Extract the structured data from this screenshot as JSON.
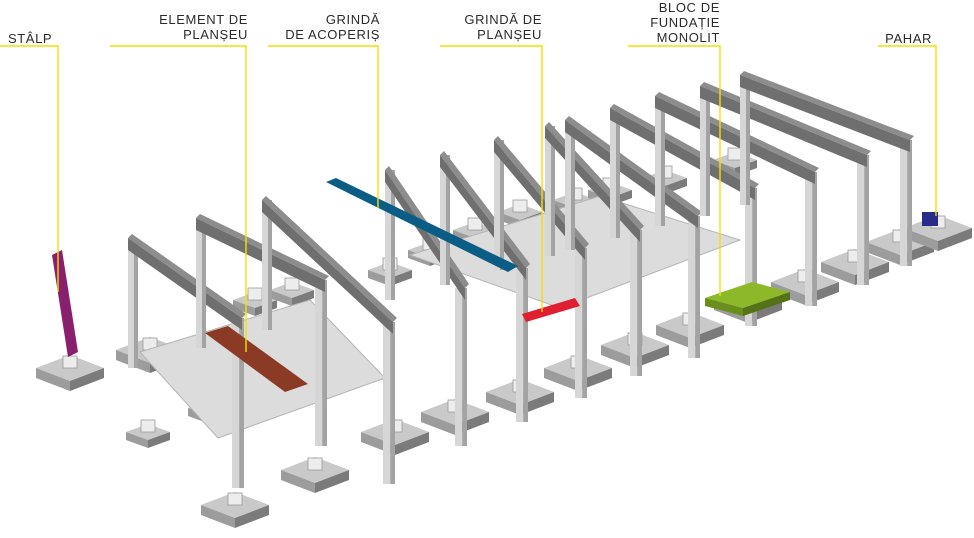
{
  "diagram": {
    "labels": [
      {
        "id": "stalp",
        "lines": [
          "STÂLP"
        ]
      },
      {
        "id": "element-plansue",
        "lines": [
          "ELEMENT DE",
          "PLANȘEU"
        ]
      },
      {
        "id": "grinda-acoperis",
        "lines": [
          "GRINDĂ",
          "DE ACOPERIȘ"
        ]
      },
      {
        "id": "grinda-plansue",
        "lines": [
          "GRINDĂ DE",
          "PLANȘEU"
        ]
      },
      {
        "id": "bloc-fundatie",
        "lines": [
          "BLOC DE",
          "FUNDAȚIE",
          "MONOLIT"
        ]
      },
      {
        "id": "pahar",
        "lines": [
          "PAHAR"
        ]
      }
    ],
    "colors": {
      "leader": "#f2e000",
      "concrete_top": "#c9c9c9",
      "concrete_front": "#9c9c9c",
      "concrete_side": "#7b7b7b",
      "beam": "#6f6f6f",
      "beam_side": "#4d4d4d",
      "slab": "#dcdcdc",
      "highlight_column": "#8a1f6e",
      "highlight_slab_element": "#8b3a26",
      "highlight_roof_beam": "#0b5d86",
      "highlight_floor_beam": "#e02030",
      "highlight_foundation": "#8cb82a",
      "highlight_cup": "#2a2a8a"
    }
  }
}
